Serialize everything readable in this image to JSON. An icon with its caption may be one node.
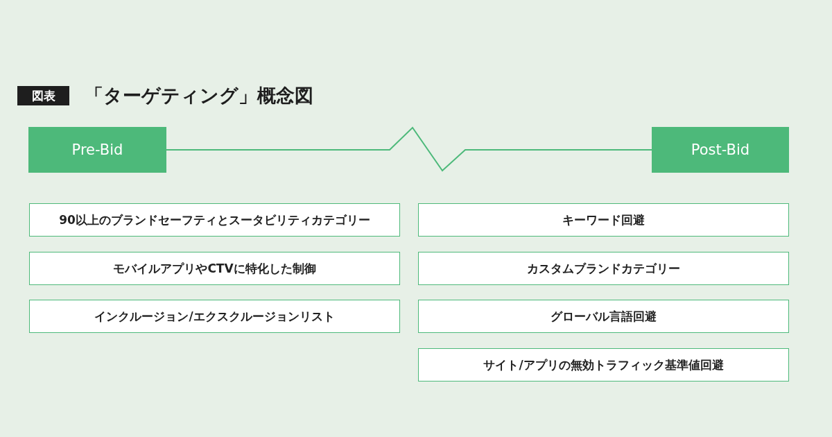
{
  "diagram": {
    "title": "「ターゲティング」概念図",
    "nodes": [
      {
        "text": [
          "Pre-Bid"
        ]
      },
      {
        "text": [
          "Post-Bid"
        ]
      },
      {
        "text": [
          "90以上のブランドセーフティとスータビリティカテゴリー"
        ]
      },
      {
        "text": [
          "モバイルアプリやCTVに特化した制御"
        ]
      },
      {
        "text": [
          "インクルージョン/エクスクルージョンリスト"
        ]
      },
      {
        "text": [
          "キーワード回避"
        ]
      },
      {
        "text": [
          "カスタムブランドカテゴリー"
        ]
      },
      {
        "text": [
          "グローバル言語回避"
        ]
      },
      {
        "text": [
          "サイト/アプリの無効トラフィック基準値回避"
        ]
      }
    ],
    "edges": [
      {
        "from": 0,
        "to": 1,
        "arrow": "none"
      }
    ],
    "labels": [
      "図表"
    ]
  }
}
